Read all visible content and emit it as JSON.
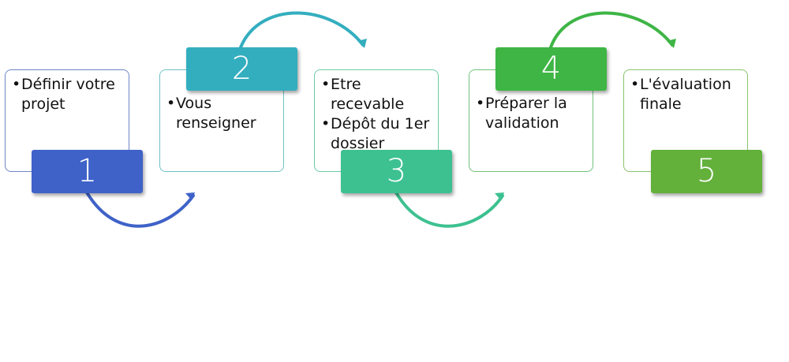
{
  "steps": [
    {
      "number": "1",
      "bullets": [
        "Définir votre projet"
      ],
      "color": "#3f62c8",
      "border": "#6e86c8"
    },
    {
      "number": "2",
      "bullets": [
        "Vous renseigner"
      ],
      "color": "#33aebf",
      "border": "#6fc1c8"
    },
    {
      "number": "3",
      "bullets": [
        "Etre recevable",
        "Dépôt du 1er dossier"
      ],
      "color": "#3dc191",
      "border": "#6ccba3"
    },
    {
      "number": "4",
      "bullets": [
        "Préparer la validation"
      ],
      "color": "#3eb545",
      "border": "#71c27a"
    },
    {
      "number": "5",
      "bullets": [
        "L'évaluation finale"
      ],
      "color": "#63b03b",
      "border": "#8ac46c"
    }
  ]
}
